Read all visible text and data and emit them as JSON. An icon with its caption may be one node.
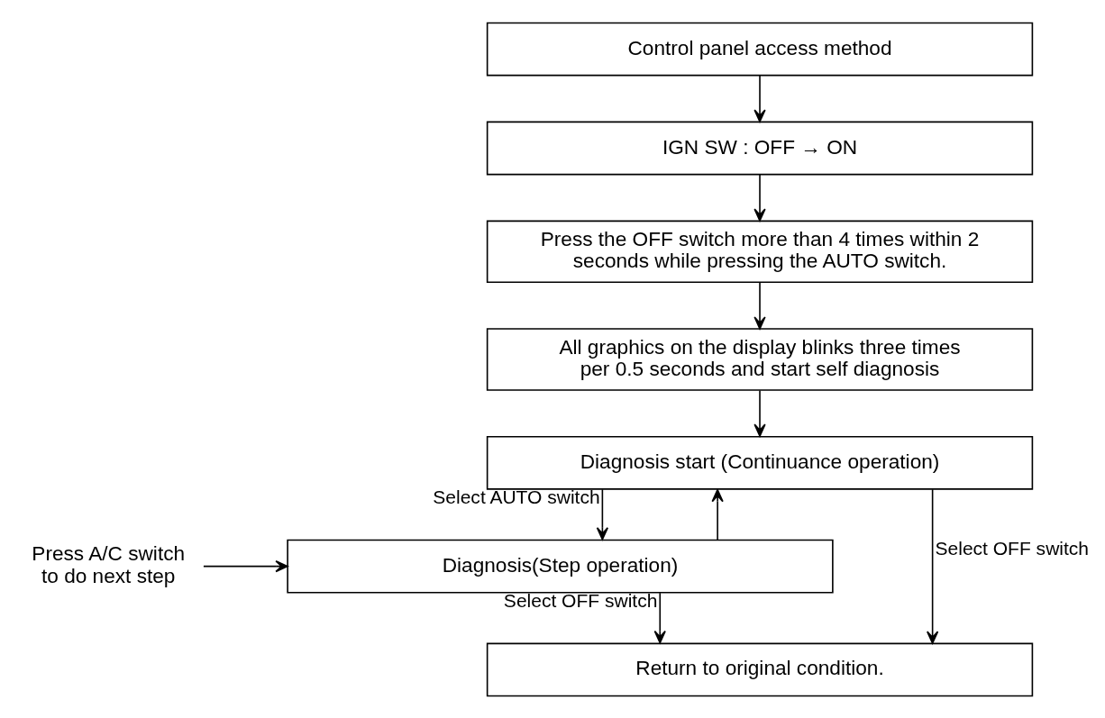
{
  "diagram": {
    "nodes": [
      {
        "text": [
          "Control panel access method"
        ]
      },
      {
        "text": [
          "IGN SW : OFF → ON"
        ]
      },
      {
        "text": [
          "Press the OFF switch more than 4 times within 2 seconds while pressing the AUTO switch."
        ]
      },
      {
        "text": [
          "All graphics on the display blinks three times per 0.5 seconds and start self diagnosis"
        ]
      },
      {
        "text": [
          "Diagnosis start (Continuance operation)"
        ]
      },
      {
        "text": [
          "Diagnosis(Step operation)"
        ]
      },
      {
        "text": [
          "Return to original condition."
        ]
      },
      {
        "text": [
          "Press A/C switch to do next step"
        ]
      }
    ],
    "edges": [
      {
        "from": 0,
        "to": 1,
        "arrow": "to"
      },
      {
        "from": 1,
        "to": 2,
        "arrow": "to"
      },
      {
        "from": 2,
        "to": 3,
        "arrow": "to"
      },
      {
        "from": 3,
        "to": 4,
        "arrow": "to"
      },
      {
        "from": 4,
        "to": 5,
        "arrow": "to",
        "label": "Select AUTO switch"
      },
      {
        "from": 5,
        "to": 4,
        "arrow": "to"
      },
      {
        "from": 4,
        "to": 6,
        "arrow": "to",
        "label": "Select OFF switch"
      },
      {
        "from": 5,
        "to": 6,
        "arrow": "to",
        "label": "Select OFF switch"
      },
      {
        "from": 7,
        "to": 5,
        "arrow": "to"
      }
    ]
  }
}
